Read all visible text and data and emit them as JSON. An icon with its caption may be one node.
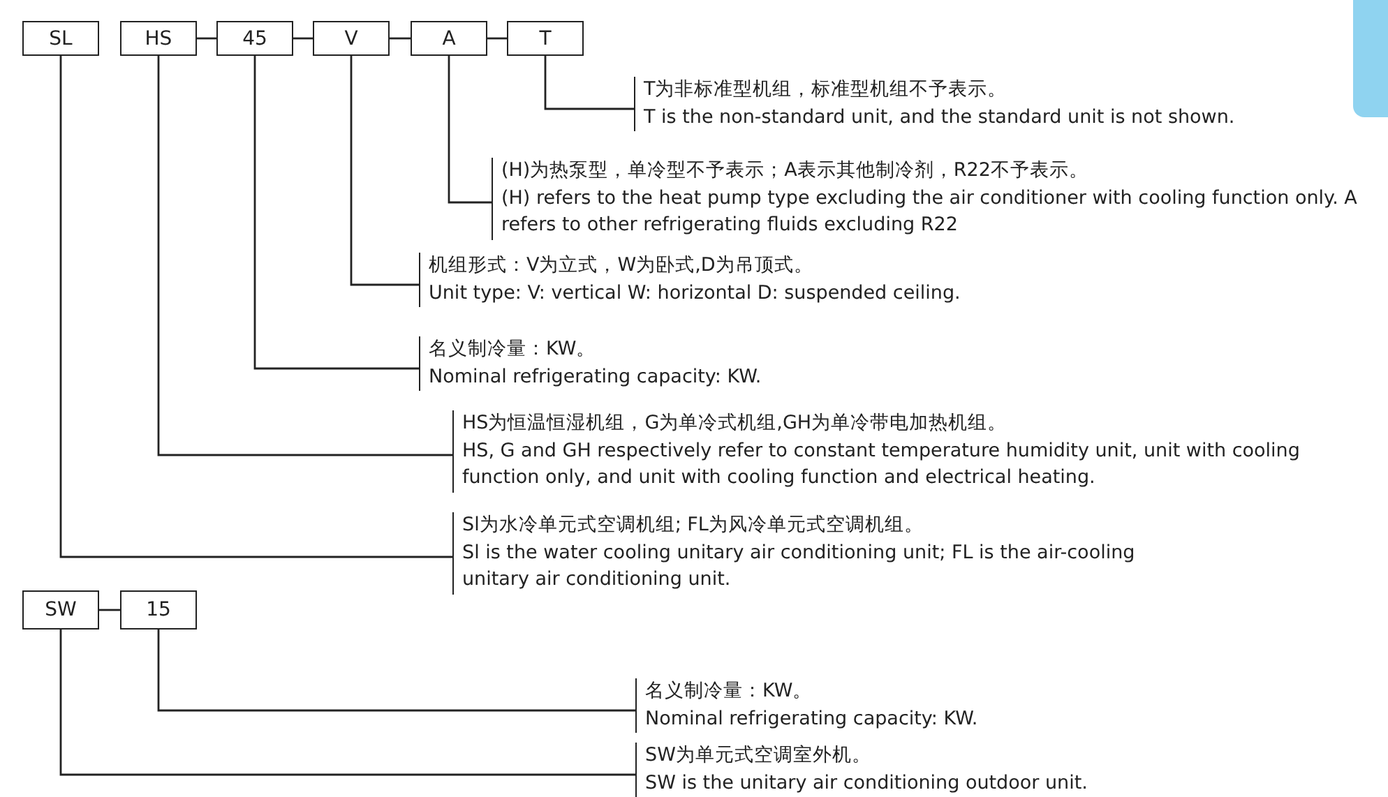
{
  "diagram": {
    "nodes": [
      {
        "text": [
          "SL"
        ]
      },
      {
        "text": [
          "HS"
        ]
      },
      {
        "text": [
          "45"
        ]
      },
      {
        "text": [
          "V"
        ]
      },
      {
        "text": [
          "A"
        ]
      },
      {
        "text": [
          "T"
        ]
      },
      {
        "text": [
          "T为非标准型机组，标准型机组不予表示。",
          "T is the non-standard unit, and the standard unit is not shown."
        ]
      },
      {
        "text": [
          "(H)为热泵型，单冷型不予表示；A表示其他制冷剂，R22不予表示。",
          "(H) refers to the heat pump type excluding the air conditioner with cooling function only. A refers to other refrigerating fluids excluding R22"
        ]
      },
      {
        "text": [
          "机组形式：V为立式，W为卧式,D为吊顶式。",
          "Unit type: V: vertical W: horizontal D: suspended ceiling."
        ]
      },
      {
        "text": [
          "名义制冷量：KW。",
          "Nominal refrigerating capacity: KW."
        ]
      },
      {
        "text": [
          "HS为恒温恒湿机组，G为单冷式机组,GH为单冷带电加热机组。",
          "HS, G and GH respectively refer to constant temperature humidity unit, unit with cooling function only, and unit with cooling function and electrical heating."
        ]
      },
      {
        "text": [
          "Sl为水冷单元式空调机组; FL为风冷单元式空调机组。",
          "Sl is the water cooling unitary air conditioning unit; FL is the air-cooling unitary air conditioning unit."
        ]
      },
      {
        "text": [
          "SW"
        ]
      },
      {
        "text": [
          "15"
        ]
      },
      {
        "text": [
          "名义制冷量：KW。",
          "Nominal refrigerating capacity: KW."
        ]
      },
      {
        "text": [
          "SW为单元式空调室外机。",
          "SW is the unitary air conditioning outdoor unit."
        ]
      }
    ],
    "edges": [
      {
        "from": 1,
        "to": 2,
        "arrow": "none"
      },
      {
        "from": 2,
        "to": 3,
        "arrow": "none"
      },
      {
        "from": 3,
        "to": 4,
        "arrow": "none"
      },
      {
        "from": 4,
        "to": 5,
        "arrow": "none"
      },
      {
        "from": 5,
        "to": 6,
        "arrow": "none"
      },
      {
        "from": 4,
        "to": 7,
        "arrow": "none"
      },
      {
        "from": 3,
        "to": 8,
        "arrow": "none"
      },
      {
        "from": 2,
        "to": 9,
        "arrow": "none"
      },
      {
        "from": 1,
        "to": 10,
        "arrow": "none"
      },
      {
        "from": 0,
        "to": 11,
        "arrow": "none"
      },
      {
        "from": 12,
        "to": 13,
        "arrow": "none"
      },
      {
        "from": 13,
        "to": 14,
        "arrow": "none"
      },
      {
        "from": 12,
        "to": 15,
        "arrow": "none"
      }
    ]
  }
}
